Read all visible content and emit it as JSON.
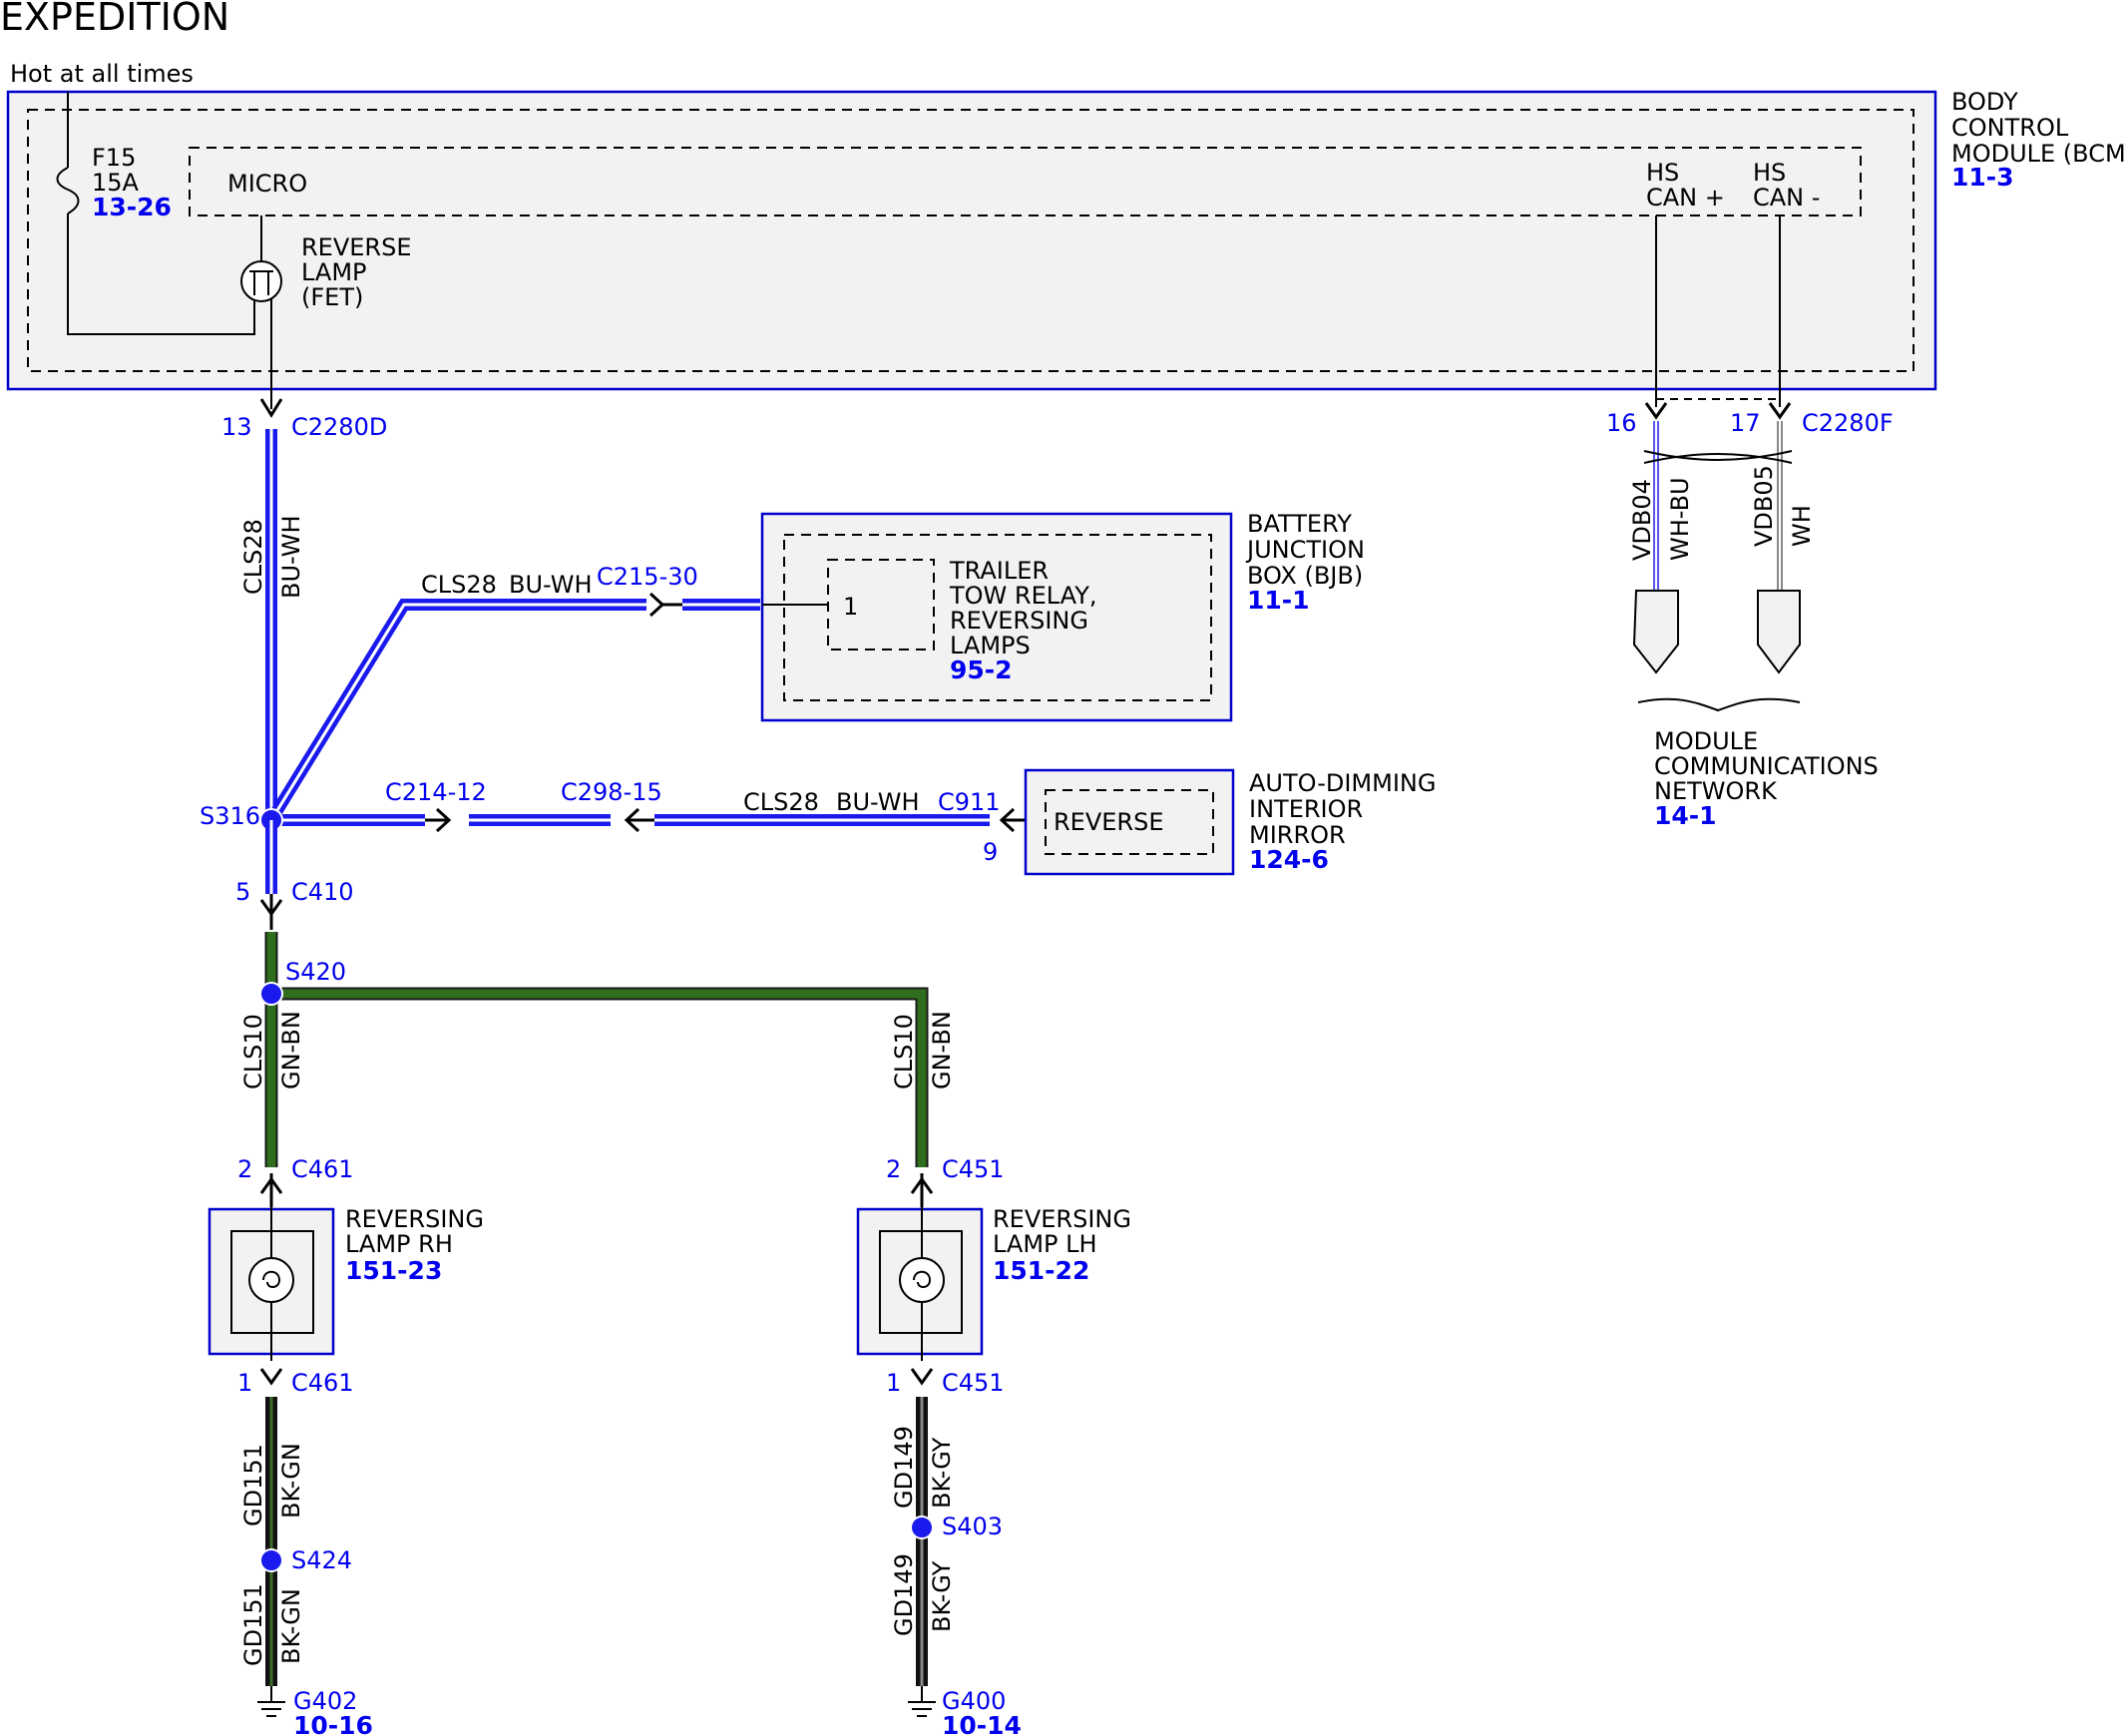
{
  "title": "EXPEDITION",
  "power_label": "Hot at all times",
  "colors": {
    "reference_blue": "#0000ee",
    "wire_blue": "#1a1aee",
    "wire_green": "#2e6e1e",
    "wire_black": "#111111",
    "box_fill": "#f2f2f2"
  },
  "bcm": {
    "name_lines": [
      "BODY",
      "CONTROL",
      "MODULE (BCM)"
    ],
    "ref": "11-3",
    "fuse": {
      "id": "F15",
      "rating": "15A",
      "ref": "13-26"
    },
    "micro": "MICRO",
    "fet_lines": [
      "REVERSE",
      "LAMP",
      "(FET)"
    ],
    "hs_can_plus": [
      "HS",
      "CAN +"
    ],
    "hs_can_minus": [
      "HS",
      "CAN -"
    ]
  },
  "bcm_output": {
    "pin": "13",
    "connector": "C2280D",
    "circuit": "CLS28",
    "color": "BU-WH"
  },
  "can_bus": {
    "pin_plus": "16",
    "pin_minus": "17",
    "connector": "C2280F",
    "wire_plus": {
      "circuit": "VDB04",
      "color": "WH-BU"
    },
    "wire_minus": {
      "circuit": "VDB05",
      "color": "WH"
    },
    "network_lines": [
      "MODULE",
      "COMMUNICATIONS",
      "NETWORK"
    ],
    "network_ref": "14-1"
  },
  "bjb": {
    "name_lines": [
      "BATTERY",
      "JUNCTION",
      "BOX (BJB)"
    ],
    "ref": "11-1",
    "pin": "1",
    "relay_lines": [
      "TRAILER",
      "TOW RELAY,",
      "REVERSING",
      "LAMPS"
    ],
    "relay_ref": "95-2",
    "wire_circuit": "CLS28",
    "wire_color": "BU-WH",
    "connector": "C215-30"
  },
  "mirror": {
    "name_lines": [
      "AUTO-DIMMING",
      "INTERIOR",
      "MIRROR"
    ],
    "ref": "124-6",
    "pin_label": "REVERSE",
    "connector": "C911",
    "pin": "9",
    "wire_circuit": "CLS28",
    "wire_color": "BU-WH",
    "inline_1": "C214-12",
    "inline_2": "C298-15"
  },
  "splice_s316": "S316",
  "c410": {
    "pin": "5",
    "connector": "C410"
  },
  "splice_s420": "S420",
  "rh_feed": {
    "circuit": "CLS10",
    "color": "GN-BN",
    "pin": "2",
    "connector": "C461"
  },
  "lh_feed": {
    "circuit": "CLS10",
    "color": "GN-BN",
    "pin": "2",
    "connector": "C451"
  },
  "lamp_rh": {
    "name_lines": [
      "REVERSING",
      "LAMP RH"
    ],
    "ref": "151-23"
  },
  "lamp_lh": {
    "name_lines": [
      "REVERSING",
      "LAMP LH"
    ],
    "ref": "151-22"
  },
  "rh_ground": {
    "pin": "1",
    "connector": "C461",
    "circuit_a": "GD151",
    "color_a": "BK-GN",
    "splice": "S424",
    "circuit_b": "GD151",
    "color_b": "BK-GN",
    "ground": "G402",
    "ground_ref": "10-16"
  },
  "lh_ground": {
    "pin": "1",
    "connector": "C451",
    "circuit_a": "GD149",
    "color_a": "BK-GY",
    "splice": "S403",
    "circuit_b": "GD149",
    "color_b": "BK-GY",
    "ground": "G400",
    "ground_ref": "10-14"
  }
}
